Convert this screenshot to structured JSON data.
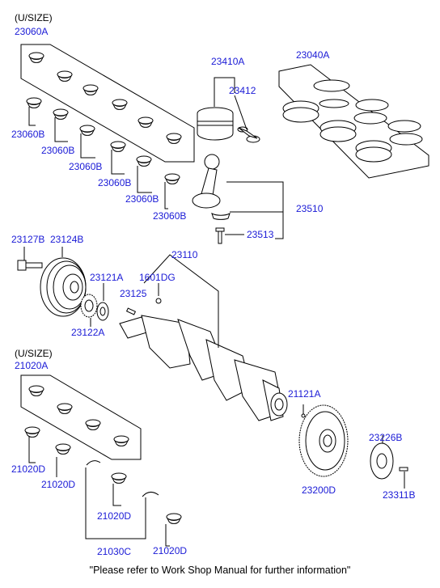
{
  "labels": {
    "usize_top": "(U/SIZE)",
    "p23060A": "23060A",
    "p23060B_1": "23060B",
    "p23060B_2": "23060B",
    "p23060B_3": "23060B",
    "p23060B_4": "23060B",
    "p23060B_5": "23060B",
    "p23060B_6": "23060B",
    "p23410A": "23410A",
    "p23412": "23412",
    "p23040A": "23040A",
    "p23510": "23510",
    "p23513": "23513",
    "p23127B": "23127B",
    "p23124B": "23124B",
    "p23110": "23110",
    "p1601DG": "1601DG",
    "p23121A": "23121A",
    "p23125": "23125",
    "p23122A": "23122A",
    "usize_bottom": "(U/SIZE)",
    "p21020A": "21020A",
    "p21020D_1": "21020D",
    "p21020D_2": "21020D",
    "p21020D_3": "21020D",
    "p21020D_4": "21020D",
    "p21030C": "21030C",
    "p21121A": "21121A",
    "p23200D": "23200D",
    "p23226B": "23226B",
    "p23311B": "23311B"
  },
  "footer_note": "\"Please refer to Work Shop Manual for further information\""
}
